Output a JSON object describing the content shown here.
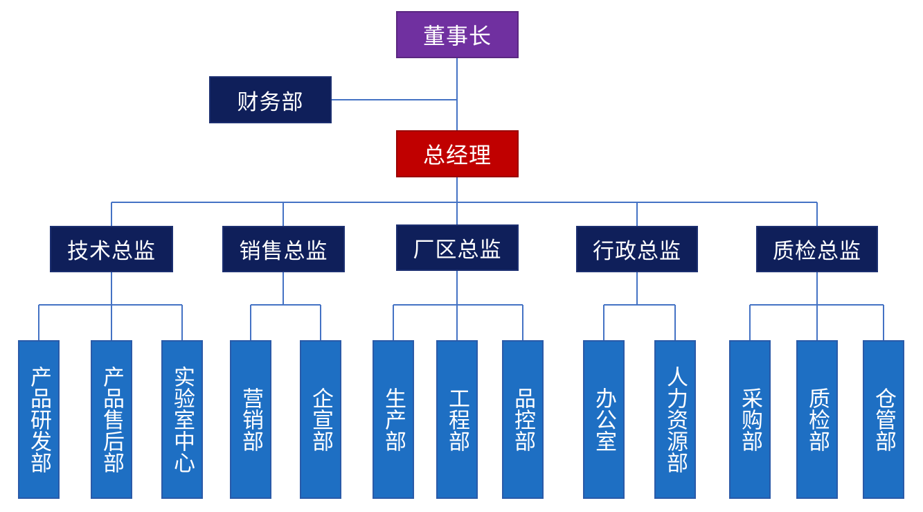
{
  "chairman": "董事长",
  "finance": "财务部",
  "general_manager": "总经理",
  "directors": [
    {
      "label": "技术总监",
      "departments": [
        "产品研发部",
        "产品售后部",
        "实验室中心"
      ]
    },
    {
      "label": "销售总监",
      "departments": [
        "营销部",
        "企宣部"
      ]
    },
    {
      "label": "厂区总监",
      "departments": [
        "生产部",
        "工程部",
        "品控部"
      ]
    },
    {
      "label": "行政总监",
      "departments": [
        "办公室",
        "人力资源部"
      ]
    },
    {
      "label": "质检总监",
      "departments": [
        "采购部",
        "质检部",
        "仓管部"
      ]
    }
  ],
  "colors": {
    "chairman_fill": "#7030a0",
    "general_manager_fill": "#c00000",
    "navy_fill": "#0f1f5a",
    "department_fill": "#1e6fc3",
    "connector": "#4472c4"
  }
}
